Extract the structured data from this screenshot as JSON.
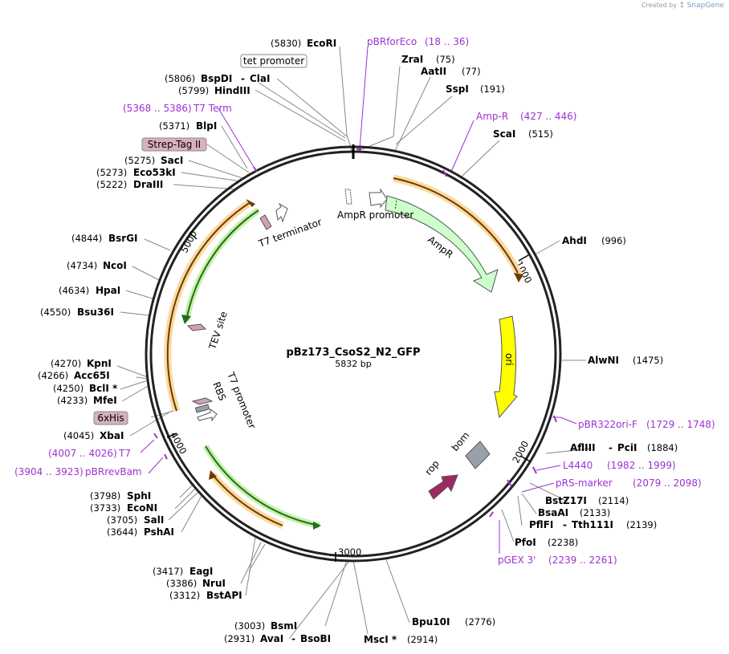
{
  "credit": {
    "prefix": "Created by",
    "brand": "SnapGene"
  },
  "plasmid": {
    "name": "pBz173_CsoS2_N2_GFP",
    "size": "5832 bp"
  },
  "ticks": [
    "1000",
    "2000",
    "3000",
    "4000",
    "5000"
  ],
  "enzymes": [
    {
      "pos": "(5830)",
      "name": "EcoRI"
    },
    {
      "pos": "(75)",
      "name": "ZraI"
    },
    {
      "pos": "(77)",
      "name": "AatII"
    },
    {
      "pos": "(191)",
      "name": "SspI"
    },
    {
      "pos": "(515)",
      "name": "ScaI"
    },
    {
      "pos": "(996)",
      "name": "AhdI"
    },
    {
      "pos": "(1475)",
      "name": "AlwNI"
    },
    {
      "pos": "(1884)",
      "name": "AflIII",
      "name2": "PciI"
    },
    {
      "pos": "(2114)",
      "name": "BstZ17I"
    },
    {
      "pos": "(2133)",
      "name": "BsaAI"
    },
    {
      "pos": "(2139)",
      "name": "PflFI",
      "name2": "Tth111I"
    },
    {
      "pos": "(2238)",
      "name": "PfoI"
    },
    {
      "pos": "(2776)",
      "name": "Bpu10I"
    },
    {
      "pos": "(2914)",
      "name": "MscI *"
    },
    {
      "pos": "(3003)",
      "name": "BsmI"
    },
    {
      "pos": "(2931)",
      "name": "AvaI",
      "name2": "BsoBI"
    },
    {
      "pos": "(3417)",
      "name": "EagI"
    },
    {
      "pos": "(3386)",
      "name": "NruI"
    },
    {
      "pos": "(3312)",
      "name": "BstAPI"
    },
    {
      "pos": "(3798)",
      "name": "SphI"
    },
    {
      "pos": "(3733)",
      "name": "EcoNI"
    },
    {
      "pos": "(3705)",
      "name": "SalI"
    },
    {
      "pos": "(3644)",
      "name": "PshAI"
    },
    {
      "pos": "(4045)",
      "name": "XbaI"
    },
    {
      "pos": "(4270)",
      "name": "KpnI"
    },
    {
      "pos": "(4266)",
      "name": "Acc65I"
    },
    {
      "pos": "(4250)",
      "name": "BclI *"
    },
    {
      "pos": "(4233)",
      "name": "MfeI"
    },
    {
      "pos": "(4844)",
      "name": "BsrGI"
    },
    {
      "pos": "(4734)",
      "name": "NcoI"
    },
    {
      "pos": "(4634)",
      "name": "HpaI"
    },
    {
      "pos": "(4550)",
      "name": "Bsu36I"
    },
    {
      "pos": "(5371)",
      "name": "BlpI"
    },
    {
      "pos": "(5275)",
      "name": "SacI"
    },
    {
      "pos": "(5273)",
      "name": "Eco53kI"
    },
    {
      "pos": "(5222)",
      "name": "DraIII"
    },
    {
      "pos": "(5806)",
      "name": "BspDI",
      "name2": "ClaI"
    },
    {
      "pos": "(5799)",
      "name": "HindIII"
    }
  ],
  "primers": [
    {
      "name": "pBRforEco",
      "range": "(18 .. 36)"
    },
    {
      "name": "Amp-R",
      "range": "(427 .. 446)"
    },
    {
      "name": "pBR322ori-F",
      "range": "(1729 .. 1748)"
    },
    {
      "name": "L4440",
      "range": "(1982 .. 1999)"
    },
    {
      "name": "pRS-marker",
      "range": "(2079 .. 2098)"
    },
    {
      "name": "pGEX 3'",
      "range": "(2239 .. 2261)"
    },
    {
      "name": "T7",
      "range": "(4007 .. 4026)"
    },
    {
      "name": "pBRrevBam",
      "range": "(3904 .. 3923)"
    },
    {
      "name": "T7 Term",
      "range": "(5368 .. 5386)"
    }
  ],
  "boxed_features": [
    "tet promoter",
    "Strep-Tag II",
    "6xHis"
  ],
  "features": [
    "AmpR promoter",
    "AmpR",
    "ori",
    "rop",
    "bom",
    "T7 terminator",
    "TEV site",
    "T7 promoter",
    "RBS"
  ],
  "colors": {
    "primer": "#9b33d1",
    "ampr": "#ccffcc",
    "ori": "#ffff00",
    "rop": "#9c2a62",
    "orf_orange": "#f7a623",
    "orf_green": "#2f9a2f"
  }
}
